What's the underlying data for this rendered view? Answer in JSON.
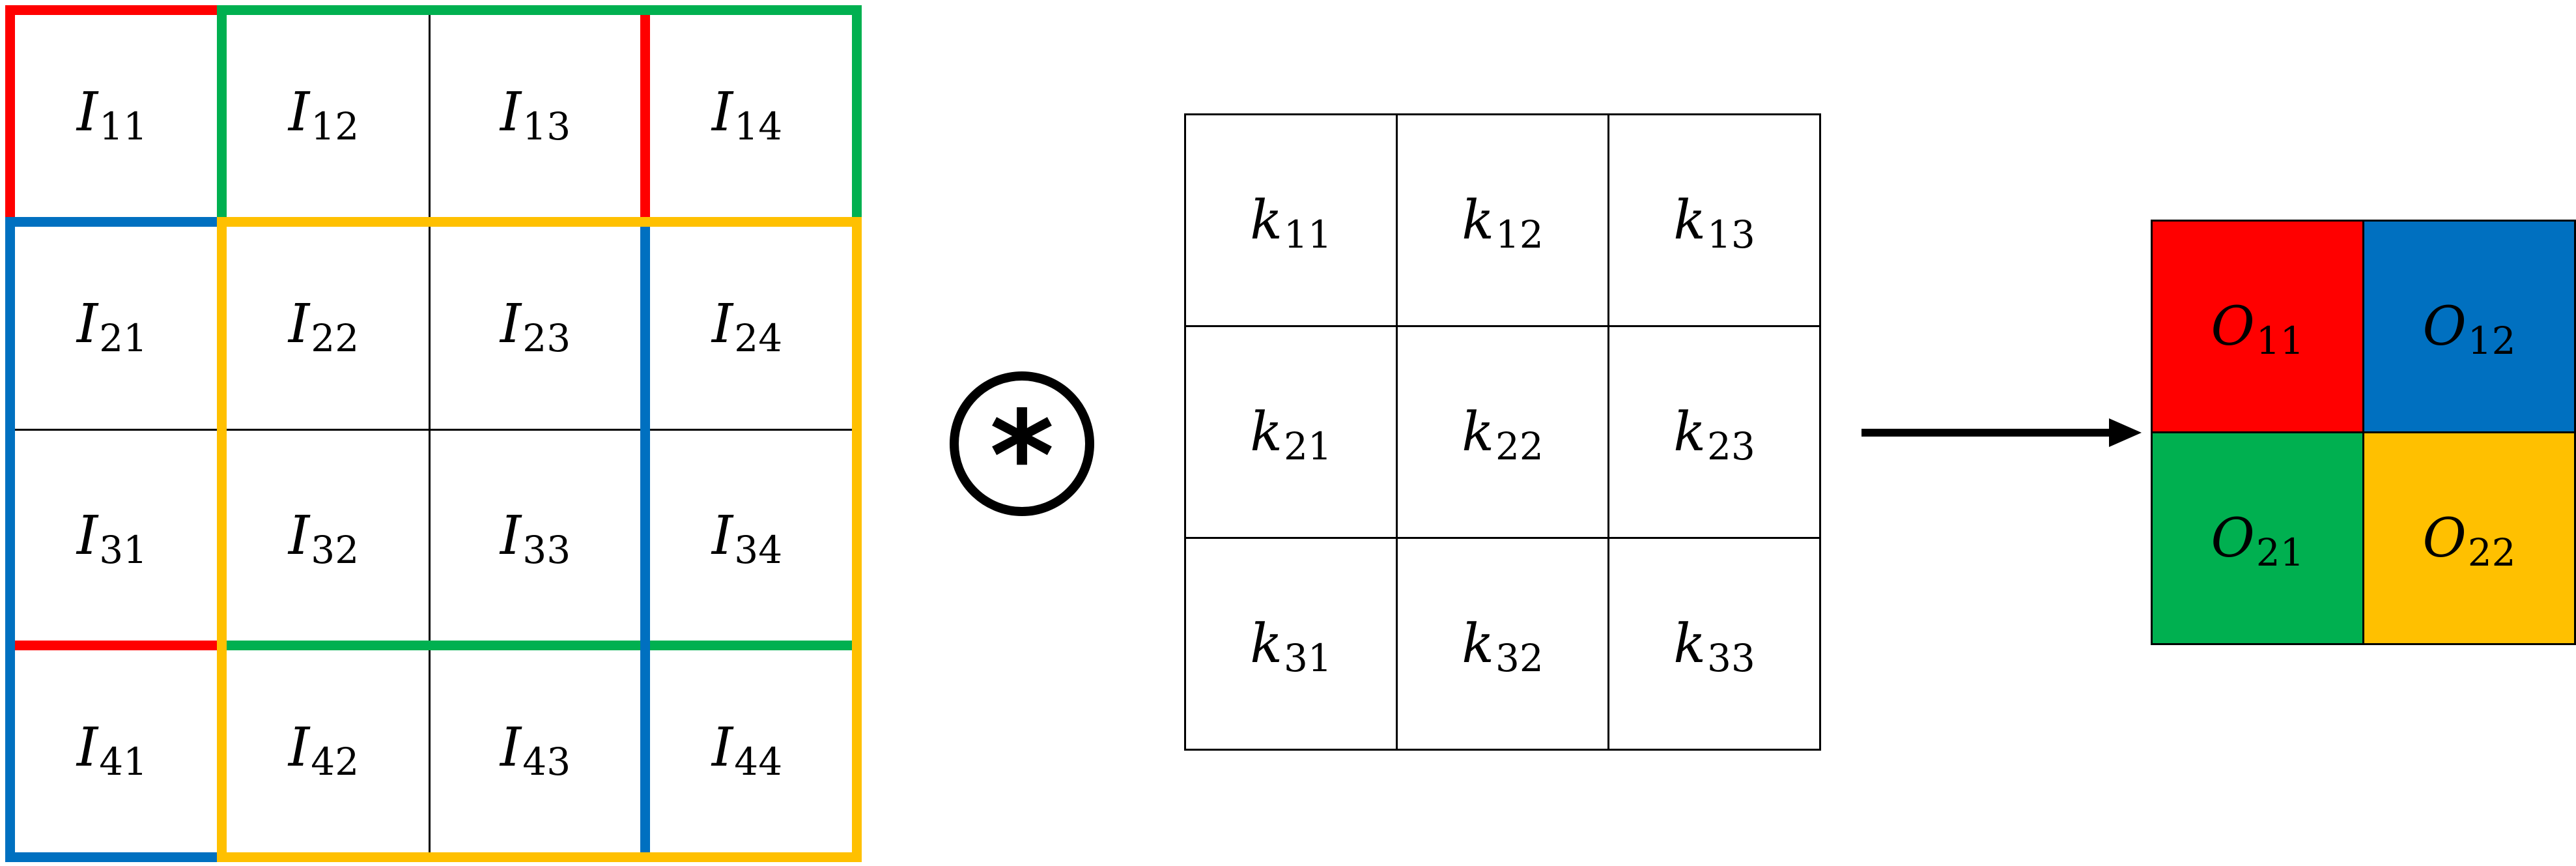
{
  "input_grid": {
    "symbol": "I",
    "rows": [
      [
        "11",
        "12",
        "13",
        "14"
      ],
      [
        "21",
        "22",
        "23",
        "24"
      ],
      [
        "31",
        "32",
        "33",
        "34"
      ],
      [
        "41",
        "42",
        "43",
        "44"
      ]
    ]
  },
  "windows": [
    {
      "id": "red",
      "color": "#ff0000",
      "row": 0,
      "col": 0
    },
    {
      "id": "green",
      "color": "#00b050",
      "row": 0,
      "col": 1
    },
    {
      "id": "blue",
      "color": "#0070c0",
      "row": 1,
      "col": 0
    },
    {
      "id": "yellow",
      "color": "#ffc000",
      "row": 1,
      "col": 1
    }
  ],
  "operator": {
    "symbol": "*"
  },
  "kernel_grid": {
    "symbol": "k",
    "rows": [
      [
        "11",
        "12",
        "13"
      ],
      [
        "21",
        "22",
        "23"
      ],
      [
        "31",
        "32",
        "33"
      ]
    ]
  },
  "output_grid": {
    "symbol": "O",
    "rows": [
      [
        {
          "sub": "11",
          "color": "#ff0000"
        },
        {
          "sub": "12",
          "color": "#0070c0"
        }
      ],
      [
        {
          "sub": "21",
          "color": "#00b050"
        },
        {
          "sub": "22",
          "color": "#ffc000"
        }
      ]
    ]
  }
}
